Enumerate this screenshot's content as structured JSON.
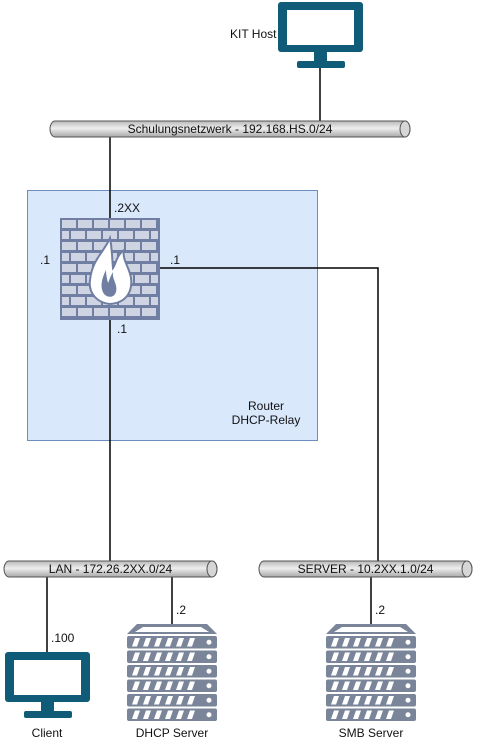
{
  "colors": {
    "monitor": "#0f5b78",
    "pipe_fill": "#d0d0d0",
    "pipe_stroke": "#555555",
    "router_box_fill": "#dae8fc",
    "router_box_stroke": "#6c8ebf",
    "firewall": "#6f7ea2",
    "server": "#7a8599",
    "line": "#000000"
  },
  "nodes": {
    "kit_host": {
      "label": "KIT Host",
      "icon": "monitor-icon"
    },
    "client": {
      "label": "Client",
      "icon": "monitor-icon"
    },
    "dhcp_server": {
      "label": "DHCP Server",
      "icon": "server-rack-icon"
    },
    "smb_server": {
      "label": "SMB Server",
      "icon": "server-rack-icon"
    },
    "router": {
      "label_line1": "Router",
      "label_line2": "DHCP-Relay",
      "icon": "firewall-icon"
    }
  },
  "networks": {
    "schulung": "Schulungsnetzwerk - 192.168.HS.0/24",
    "lan": "LAN - 172.26.2XX.0/24",
    "server": "SERVER - 10.2XX.1.0/24"
  },
  "addresses": {
    "router_top": ".2XX",
    "router_left": ".1",
    "router_right": ".1",
    "router_bottom": ".1",
    "client": ".100",
    "dhcp": ".2",
    "smb": ".2"
  }
}
